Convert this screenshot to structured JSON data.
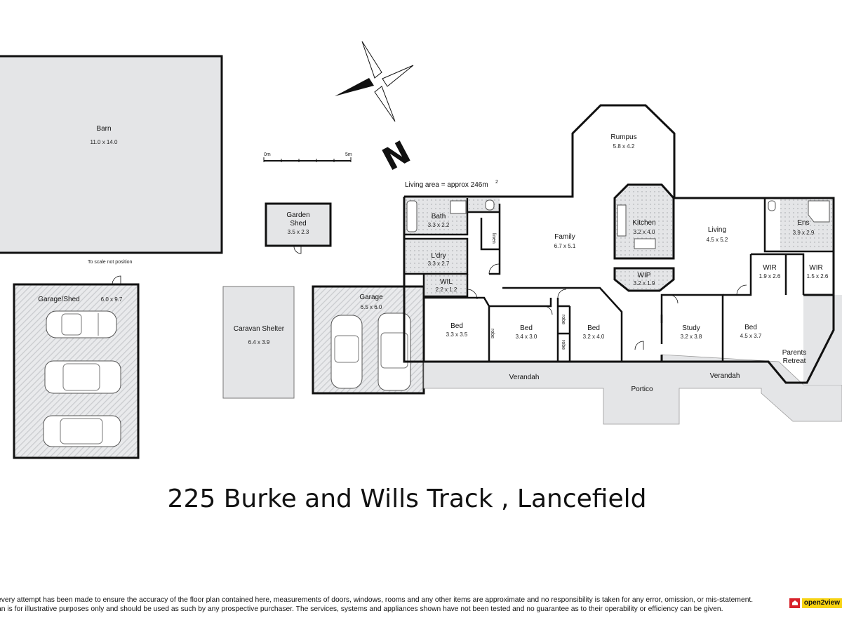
{
  "address": "225 Burke and Wills Track , Lancefield",
  "living_area": "Living area = approx 246m",
  "living_area_sup": "2",
  "scale_note": "To scale not position",
  "scale_bar": {
    "start": "0m",
    "end": "5m"
  },
  "compass_letter": "N",
  "rooms": {
    "barn": {
      "name": "Barn",
      "dim": "11.0 x 14.0"
    },
    "garden_shed": {
      "name_1": "Garden",
      "name_2": "Shed",
      "dim": "3.5 x 2.3"
    },
    "garage_shed": {
      "name": "Garage/Shed",
      "dim": "6.0 x 9.7"
    },
    "caravan": {
      "name": "Caravan Shelter",
      "dim": "6.4 x 3.9"
    },
    "garage": {
      "name": "Garage",
      "dim": "6.5 x 6.0"
    },
    "bath": {
      "name": "Bath",
      "dim": "3.3 x 2.2"
    },
    "ldry": {
      "name": "L'dry",
      "dim": "3.3 x 2.7"
    },
    "wil": {
      "name": "WIL",
      "dim": "2.2 x 1.2"
    },
    "linen": {
      "name": "linen"
    },
    "family": {
      "name": "Family",
      "dim": "6.7 x 5.1"
    },
    "rumpus": {
      "name": "Rumpus",
      "dim": "5.8 x 4.2"
    },
    "kitchen": {
      "name": "Kitchen",
      "dim": "3.2 x 4.0"
    },
    "wip": {
      "name": "WIP",
      "dim": "3.2 x 1.9"
    },
    "living": {
      "name": "Living",
      "dim": "4.5 x 5.2"
    },
    "ens": {
      "name": "Ens",
      "dim": "3.9 x 2.9"
    },
    "wir1": {
      "name": "WIR",
      "dim": "1.9 x 2.6"
    },
    "wir2": {
      "name": "WIR",
      "dim": "1.5 x 2.6"
    },
    "bed1": {
      "name": "Bed",
      "dim": "3.3 x 3.5"
    },
    "bed2": {
      "name": "Bed",
      "dim": "3.4 x 3.0"
    },
    "bed3": {
      "name": "Bed",
      "dim": "3.2 x 4.0"
    },
    "study": {
      "name": "Study",
      "dim": "3.2 x 3.8"
    },
    "bed4": {
      "name": "Bed",
      "dim": "4.5 x 3.7"
    },
    "parents": {
      "name_1": "Parents",
      "name_2": "Retreat"
    },
    "robe": "robe",
    "verandah": "Verandah",
    "portico": "Portico"
  },
  "disclaimer": [
    "every attempt has been made to ensure the accuracy of the floor plan contained here, measurements of doors, windows, rooms and any other items are approximate and no responsibility is taken for any error, omission, or mis-statement.",
    "an is for illustrative purposes only and should be used as such by any prospective purchaser. The services, systems and appliances shown have not been tested and no guarantee as to their operability or efficiency can be given."
  ],
  "logo": "open2view",
  "colors": {
    "wall": "#111111",
    "floor_grey": "#e4e5e7",
    "hatch": "#c9cbce",
    "tile": "#d9dadc",
    "logo_red": "#d8222a",
    "logo_yellow": "#f7d313"
  }
}
